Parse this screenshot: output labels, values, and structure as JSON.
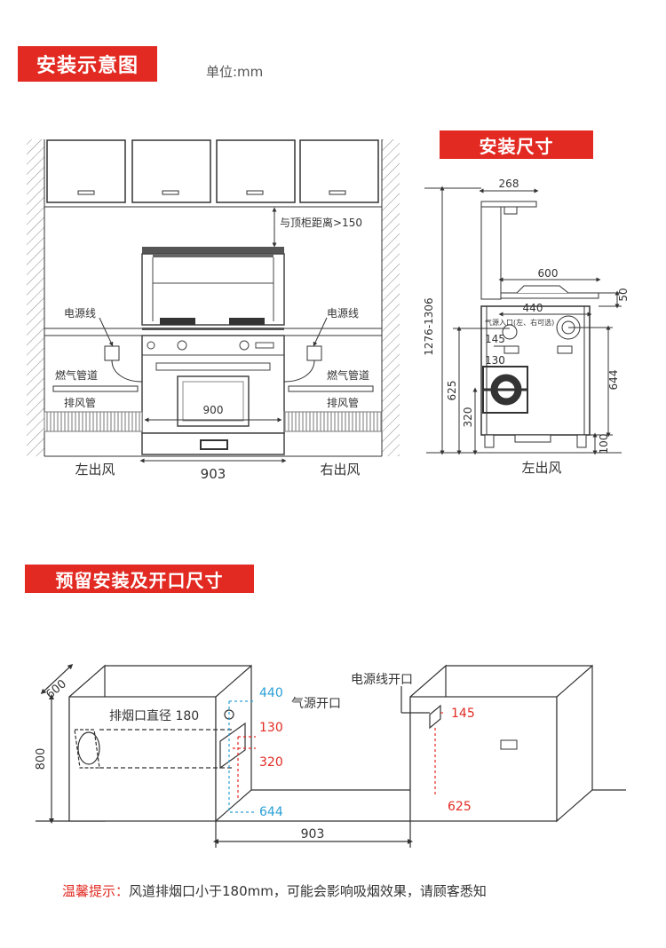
{
  "section1": {
    "title": "安装示意图",
    "unit": "单位:mm",
    "labels": {
      "top_clearance": "与顶柜距离>150",
      "power_left": "电源线",
      "power_right": "电源线",
      "gas_left": "燃气管道",
      "gas_right": "燃气管道",
      "exhaust_left": "排风管",
      "exhaust_right": "排风管",
      "inner_width": "900",
      "total_width": "903",
      "left_outlet": "左出风",
      "right_outlet": "右出风"
    }
  },
  "section2": {
    "title": "安装尺寸",
    "labels": {
      "d268": "268",
      "d600": "600",
      "d50": "50",
      "d440": "440",
      "d145": "145",
      "d130": "130",
      "d625": "625",
      "d644": "644",
      "d320": "320",
      "d100": "100",
      "height_range": "1276-1306",
      "gas_inlet": "气源入口(左、右可选)",
      "left_outlet": "左出风"
    }
  },
  "section3": {
    "title": "预留安装及开口尺寸",
    "labels": {
      "d600": "600",
      "d800": "800",
      "exhaust_diameter": "排烟口直径 180",
      "d440": "440",
      "gas_opening": "气源开口",
      "d130": "130",
      "d320": "320",
      "d644": "644",
      "d903": "903",
      "power_opening": "电源线开口",
      "d145": "145",
      "d625": "625"
    }
  },
  "tip": {
    "label": "温馨提示：",
    "text": "风道排烟口小于180mm，可能会影响吸烟效果，请顾客悉知"
  },
  "colors": {
    "accent": "#e22a22",
    "blue_dim": "#2a9fd6",
    "red_dim": "#e22a22"
  }
}
